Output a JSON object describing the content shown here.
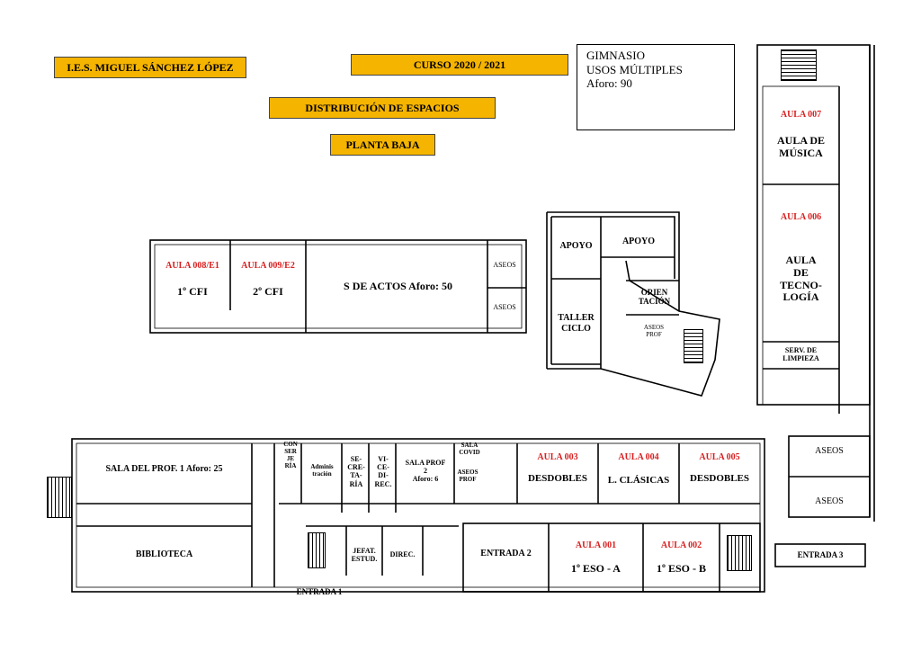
{
  "header": {
    "school": "I.E.S. MIGUEL SÁNCHEZ LÓPEZ",
    "course": "CURSO  2020 / 2021",
    "distribution": "DISTRIBUCIÓN  DE  ESPACIOS",
    "floor": "PLANTA  BAJA"
  },
  "gym": {
    "line1": "GIMNASIO",
    "line2": "USOS MÚLTIPLES",
    "line3": "Aforo: 90"
  },
  "rooms": {
    "aula008_code": "AULA 008/E1",
    "aula008_name": "1º CFI",
    "aula009_code": "AULA 009/E2",
    "aula009_name": "2º CFI",
    "salon_actos": "S DE ACTOS Aforo: 50",
    "aseos_top1": "ASEOS",
    "aseos_top2": "ASEOS",
    "apoyo1": "APOYO",
    "apoyo2": "APOYO",
    "taller": "TALLER\nCICLO",
    "orientacion": "ORIEN\nTACIÓN",
    "aseos_prof_mid": "ASEOS\nPROF",
    "aula007_code": "AULA 007",
    "aula007_name": "AULA DE\nMÚSICA",
    "aula006_code": "AULA 006",
    "aula006_name": "AULA\nDE\nTECNO-\nLOGÍA",
    "limpieza": "SERV. DE\nLIMPIEZA",
    "aseos_right1": "ASEOS",
    "aseos_right2": "ASEOS",
    "sala_prof1": "SALA DEL PROF. 1 Aforo: 25",
    "biblioteca": "BIBLIOTECA",
    "conserjeria": "CON\nSER\nJE\nRÍA",
    "administracion": "Adminis\ntración",
    "secretaria": "SE-\nCRE-\nTA-\nRÍA",
    "vicedir": "VI-\nCE-\nDI-\nREC.",
    "sala_prof2": "SALA PROF\n2\nAforo: 6",
    "sala_covid": "SALA\nCOVID",
    "aseos_prof_low": "ASEOS\nPROF",
    "aula003_code": "AULA 003",
    "aula003_name": "DESDOBLES",
    "aula004_code": "AULA 004",
    "aula004_name": "L. CLÁSICAS",
    "aula005_code": "AULA 005",
    "aula005_name": "DESDOBLES",
    "jefatura": "JEFAT.\nESTUD.",
    "direccion": "DIREC.",
    "entrada2": "ENTRADA 2",
    "aula001_code": "AULA 001",
    "aula001_name": "1º ESO - A",
    "aula002_code": "AULA 002",
    "aula002_name": "1º ESO - B",
    "entrada1": "ENTRADA 1",
    "entrada3": "ENTRADA 3"
  },
  "colors": {
    "banner": "#f5b400",
    "room_code": "#d81f1f",
    "wall": "#000000"
  }
}
